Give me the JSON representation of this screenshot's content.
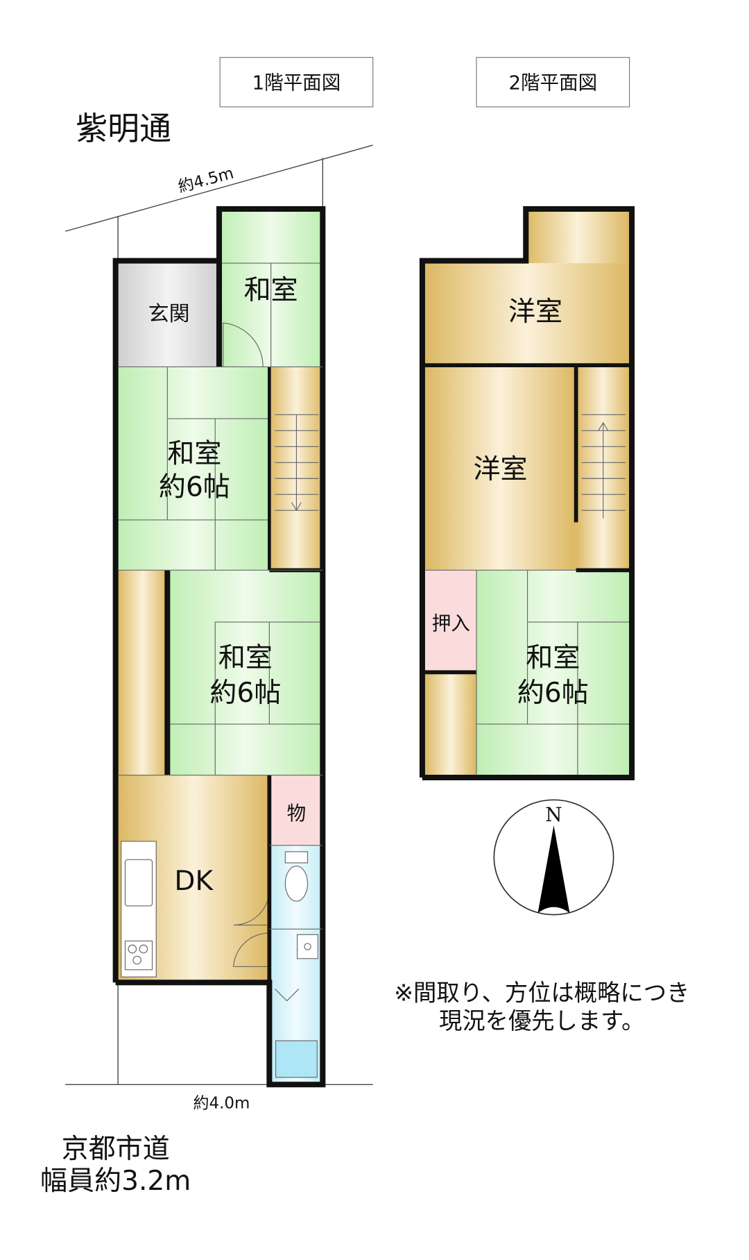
{
  "titles": {
    "floor1": "1階平面図",
    "floor2": "2階平面図"
  },
  "street_top": "紫明通",
  "dim_top": "約4.5m",
  "dim_bottom": "約4.0m",
  "street_bottom": {
    "line1": "京都市道",
    "line2": "幅員約3.2m"
  },
  "floor1": {
    "washitsu_small": "和室",
    "genkan": "玄関",
    "washitsu_a": {
      "name": "和室",
      "size": "約6帖"
    },
    "washitsu_b": {
      "name": "和室",
      "size": "約6帖"
    },
    "storage": "物",
    "dk": "DK"
  },
  "floor2": {
    "youshitsu_top": "洋室",
    "youshitsu_mid": "洋室",
    "oshiire": "押入",
    "washitsu": {
      "name": "和室",
      "size": "約6帖"
    }
  },
  "compass": {
    "north": "N"
  },
  "note": {
    "line1": "※間取り、方位は概略につき",
    "line2": "現況を優先します。"
  },
  "colors": {
    "tatami": "#c8f2bf",
    "wood": "#e2c274",
    "genkan": "#d6d6d6",
    "oshiire": "#fbdcdc",
    "wet": "#d2f1f8"
  }
}
